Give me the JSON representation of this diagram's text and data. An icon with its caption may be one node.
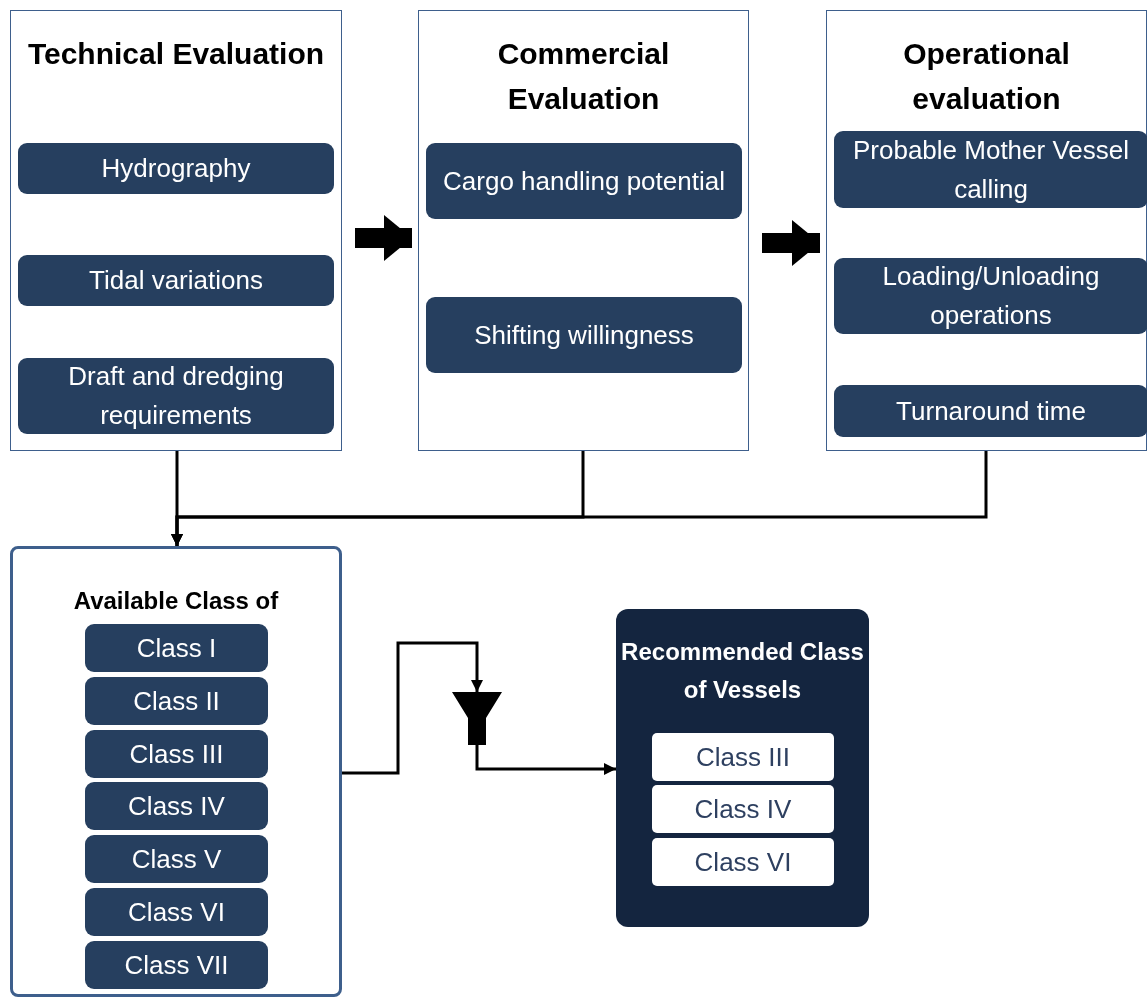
{
  "diagram": {
    "nodes": [
      {
        "text": [
          "Technical Evaluation"
        ]
      },
      {
        "text": [
          "Hydrography"
        ],
        "in": 0
      },
      {
        "text": [
          "Tidal variations"
        ],
        "in": 0
      },
      {
        "text": [
          "Draft and dredging requirements"
        ],
        "in": 0
      },
      {
        "text": [
          "Commercial Evaluation"
        ]
      },
      {
        "text": [
          "Cargo handling potential"
        ],
        "in": 4
      },
      {
        "text": [
          "Shifting willingness"
        ],
        "in": 4
      },
      {
        "text": [
          "Operational evaluation"
        ]
      },
      {
        "text": [
          "Probable Mother Vessel calling"
        ],
        "in": 7
      },
      {
        "text": [
          "Loading/Unloading operations"
        ],
        "in": 7
      },
      {
        "text": [
          "Turnaround time"
        ],
        "in": 7
      },
      {
        "text": [
          "Available Class of"
        ]
      },
      {
        "text": [
          "Class I"
        ],
        "in": 11
      },
      {
        "text": [
          "Class II"
        ],
        "in": 11
      },
      {
        "text": [
          "Class III"
        ],
        "in": 11
      },
      {
        "text": [
          "Class IV"
        ],
        "in": 11
      },
      {
        "text": [
          "Class V"
        ],
        "in": 11
      },
      {
        "text": [
          "Class VI"
        ],
        "in": 11
      },
      {
        "text": [
          "Class VII"
        ],
        "in": 11
      },
      {
        "text": [],
        "shape": "funnel"
      },
      {
        "text": [
          "Recommended Class of Vessels"
        ]
      },
      {
        "text": [
          "Class III"
        ],
        "in": 20
      },
      {
        "text": [
          "Class IV"
        ],
        "in": 20
      },
      {
        "text": [
          "Class VI"
        ],
        "in": 20
      }
    ],
    "edges": [
      {
        "from": 0,
        "to": 4,
        "arrow": "to",
        "style": "thick"
      },
      {
        "from": 4,
        "to": 7,
        "arrow": "to",
        "style": "thick"
      },
      {
        "from": 0,
        "to": 11,
        "arrow": "to"
      },
      {
        "from": 4,
        "to": 11,
        "arrow": "to"
      },
      {
        "from": 7,
        "to": 11,
        "arrow": "to"
      },
      {
        "from": 11,
        "to": 19,
        "arrow": "to"
      },
      {
        "from": 19,
        "to": 20,
        "arrow": "to"
      }
    ]
  }
}
